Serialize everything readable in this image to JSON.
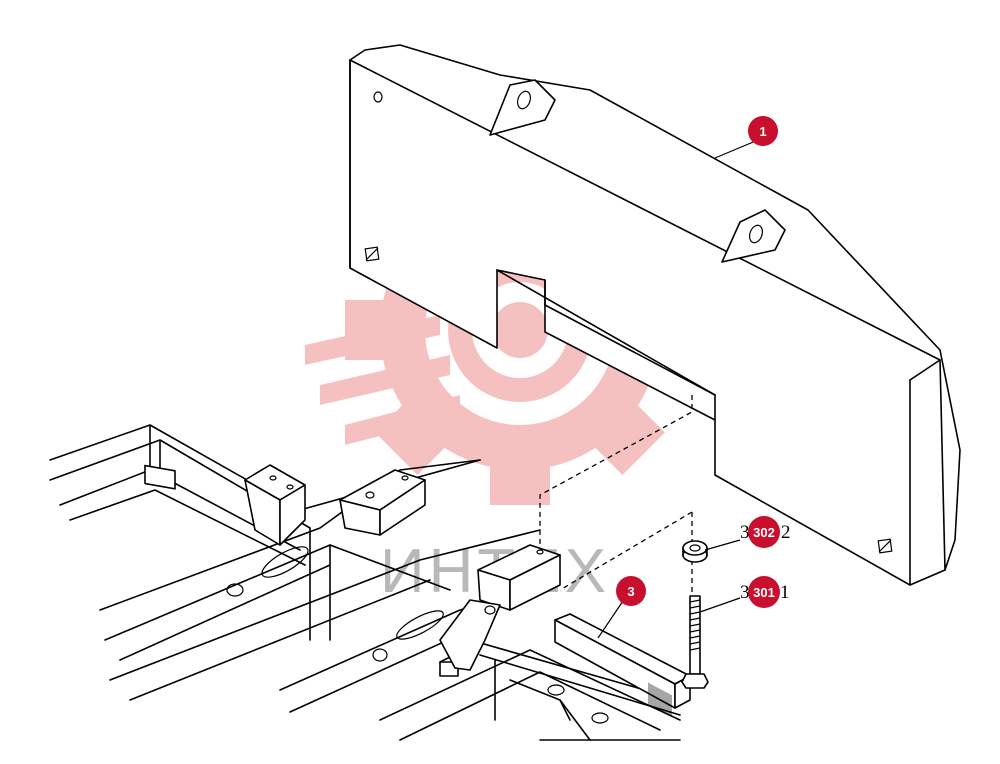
{
  "watermark": {
    "text": "ИНТЕХ",
    "gear_color": "#f4b6b6",
    "text_color": "#b8b8b8"
  },
  "callouts": {
    "part_1": "1",
    "part_3": "3",
    "part_302": "302",
    "part_301": "301"
  },
  "labels": {
    "part_302_prefix": "3",
    "part_302_suffix": "2",
    "part_301_prefix": "3",
    "part_301_suffix": "1"
  },
  "colors": {
    "callout": "#c8102e",
    "line": "#000000"
  }
}
